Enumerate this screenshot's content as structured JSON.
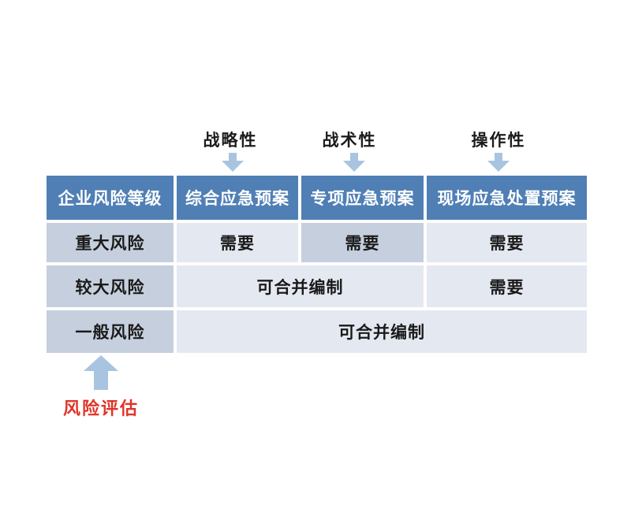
{
  "annotations": {
    "top": [
      {
        "label": "战略性"
      },
      {
        "label": "战术性"
      },
      {
        "label": "操作性"
      }
    ],
    "bottom": {
      "label": "风险评估"
    }
  },
  "table": {
    "header": [
      "企业风险等级",
      "综合应急预案",
      "专项应急预案",
      "现场应急处置预案"
    ],
    "rows": [
      {
        "label": "重大风险",
        "cells": [
          {
            "text": "需要",
            "span": 1,
            "shaded": false
          },
          {
            "text": "需要",
            "span": 1,
            "shaded": true
          },
          {
            "text": "需要",
            "span": 1,
            "shaded": false
          }
        ]
      },
      {
        "label": "较大风险",
        "cells": [
          {
            "text": "可合并编制",
            "span": 2,
            "shaded": false
          },
          {
            "text": "需要",
            "span": 1,
            "shaded": false
          }
        ]
      },
      {
        "label": "一般风险",
        "cells": [
          {
            "text": "可合并编制",
            "span": 3,
            "shaded": false
          }
        ]
      }
    ]
  },
  "icons": {
    "down_arrow": "down-arrow-icon",
    "up_arrow": "up-arrow-icon"
  },
  "colors": {
    "header_blue": "#4f7fb5",
    "row_label_shade": "#c6cfdd",
    "cell_light": "#e4e8f0",
    "arrow_blue": "#a9c4e0",
    "annotation_red": "#df3428",
    "cell_text": "#1a1a1a",
    "background": "#ffffff"
  }
}
